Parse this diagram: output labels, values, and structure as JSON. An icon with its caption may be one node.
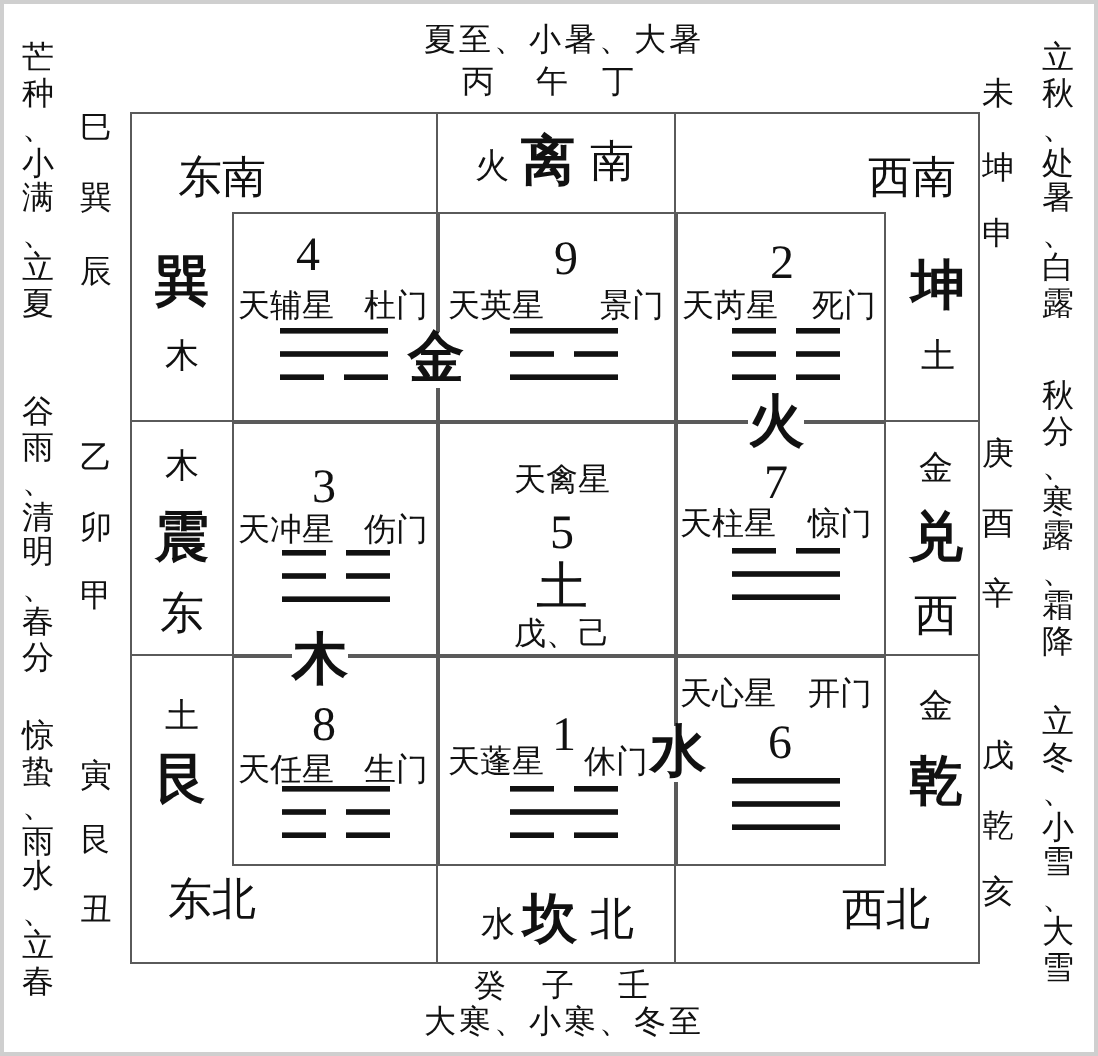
{
  "diagram": {
    "nodes": [
      {
        "text": [
          "东南",
          "巽",
          "木"
        ]
      },
      {
        "text": [
          "4",
          "天辅星",
          "杜门"
        ],
        "in": 0
      },
      {
        "text": [
          "火",
          "离",
          "南"
        ]
      },
      {
        "text": [
          "9",
          "天英星",
          "景门"
        ],
        "in": 2
      },
      {
        "text": [
          "西南",
          "坤",
          "土"
        ]
      },
      {
        "text": [
          "2",
          "天芮星",
          "死门"
        ],
        "in": 4
      },
      {
        "text": [
          "木",
          "震",
          "东"
        ]
      },
      {
        "text": [
          "3",
          "天冲星",
          "伤门"
        ],
        "in": 6
      },
      {
        "text": [
          "天禽星",
          "5",
          "土",
          "戊、己"
        ]
      },
      {
        "text": [
          "金",
          "兑",
          "西"
        ]
      },
      {
        "text": [
          "7",
          "天柱星",
          "惊门"
        ],
        "in": 9
      },
      {
        "text": [
          "土",
          "艮",
          "东北"
        ]
      },
      {
        "text": [
          "8",
          "天任星",
          "生门"
        ],
        "in": 11
      },
      {
        "text": [
          "水",
          "坎",
          "北"
        ]
      },
      {
        "text": [
          "1",
          "天蓬星",
          "休门"
        ],
        "in": 13
      },
      {
        "text": [
          "金",
          "乾",
          "西北"
        ]
      },
      {
        "text": [
          "天心星",
          "开门",
          "6"
        ],
        "in": 15
      }
    ],
    "labels": [
      "夏至、小暑、大暑",
      "丙",
      "午",
      "丁",
      "芒种、小满、立夏",
      "立秋、处暑、白露",
      "巳",
      "巽",
      "辰",
      "未",
      "坤",
      "申",
      "金",
      "火",
      "谷雨、清明、春分",
      "乙",
      "卯",
      "甲",
      "秋分、寒露、霜降",
      "庚",
      "酉",
      "辛",
      "木",
      "水",
      "惊蛰、雨水、立春",
      "寅",
      "艮",
      "丑",
      "立冬、小雪、大雪",
      "戊",
      "乾",
      "亥",
      "癸",
      "子",
      "壬",
      "大寒、小寒、冬至"
    ]
  }
}
